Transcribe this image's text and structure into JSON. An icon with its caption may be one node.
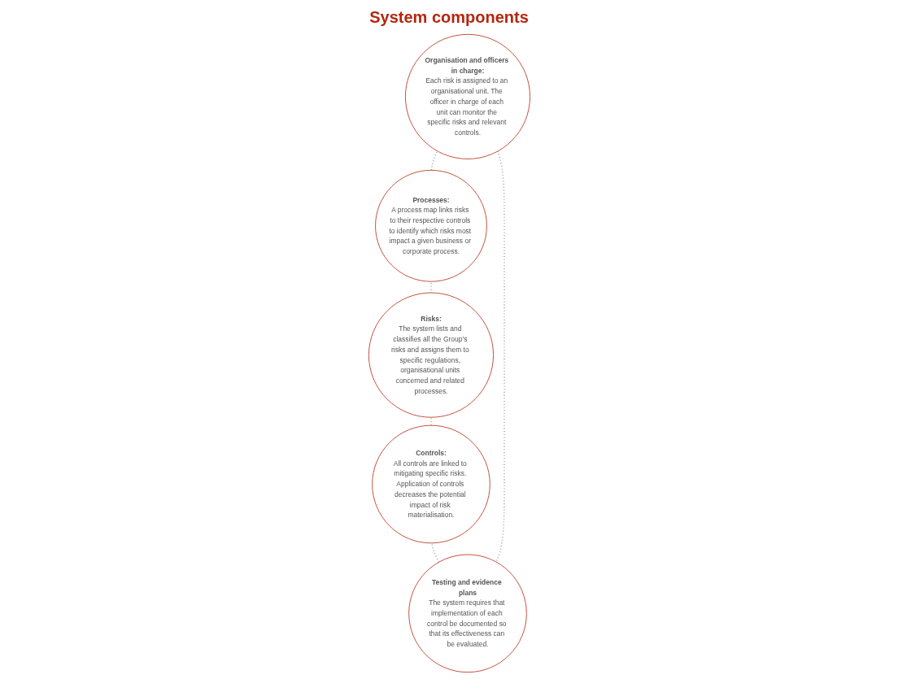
{
  "diagram": {
    "title": "System components",
    "nodes": [
      {
        "text": [
          "Organisation and officers in charge:",
          "Each risk is assigned to an organisational unit. The officer in charge of each unit can monitor the specific risks and relevant controls."
        ]
      },
      {
        "text": [
          "Testing and evidence plans",
          "The system requires that implementation of each control be documented so that its effectiveness can be evaluated."
        ]
      },
      {
        "text": [
          "Processes:",
          "A process map links risks to their respective controls to identify which risks most impact a given business or corporate process."
        ]
      },
      {
        "text": [
          "Controls:",
          "All controls are linked to mitigating specific risks. Application of controls decreases the potential impact of risk materialisation."
        ]
      },
      {
        "text": [
          "Risks:",
          "The system lists and classifies all the Group’s risks and assigns them to specific regulations, organisational units concerned and related processes."
        ]
      }
    ],
    "edges": [
      {
        "from": 0,
        "to": 2,
        "arrow": "none",
        "style": "dashed"
      },
      {
        "from": 2,
        "to": 4,
        "arrow": "none",
        "style": "dashed"
      },
      {
        "from": 4,
        "to": 3,
        "arrow": "none",
        "style": "dashed"
      },
      {
        "from": 3,
        "to": 1,
        "arrow": "none",
        "style": "dashed"
      },
      {
        "from": 1,
        "to": 0,
        "arrow": "none",
        "style": "dashed"
      }
    ]
  }
}
